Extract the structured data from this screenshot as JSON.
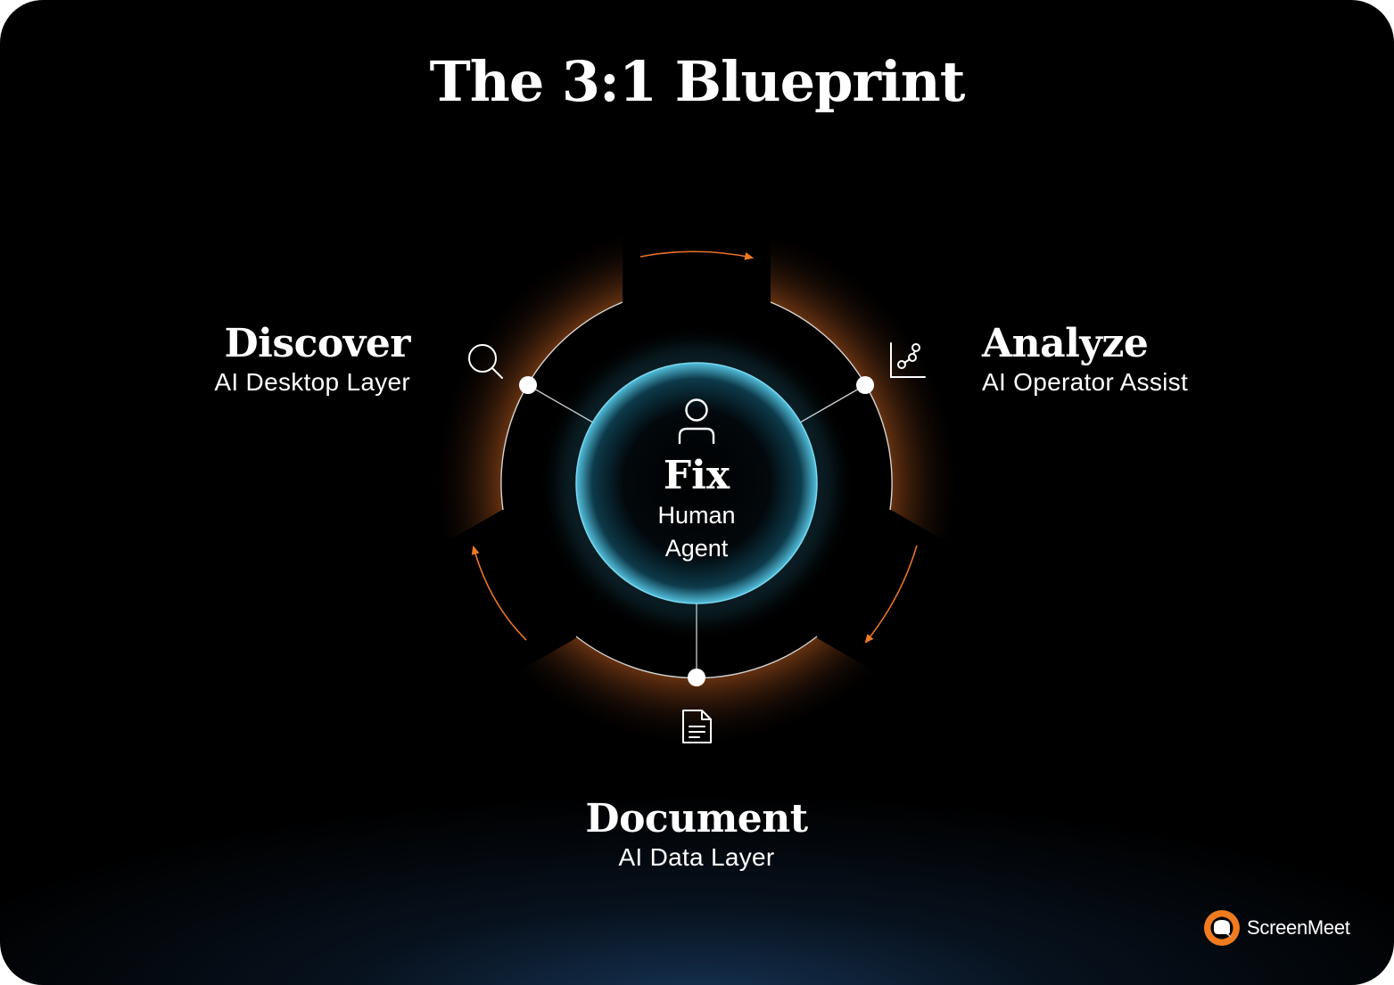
{
  "title": "The 3:1 Blueprint",
  "center": {
    "title": "Fix",
    "subtitle_line1": "Human",
    "subtitle_line2": "Agent",
    "icon": "person-icon"
  },
  "stages": {
    "discover": {
      "title": "Discover",
      "subtitle": "AI Desktop Layer",
      "icon": "magnifier-icon"
    },
    "analyze": {
      "title": "Analyze",
      "subtitle": "AI Operator Assist",
      "icon": "scatter-chart-icon"
    },
    "document": {
      "title": "Document",
      "subtitle": "AI Data Layer",
      "icon": "document-icon"
    }
  },
  "brand": {
    "name": "ScreenMeet",
    "accent": "#f07a20",
    "glow": "#4fc3e0"
  }
}
